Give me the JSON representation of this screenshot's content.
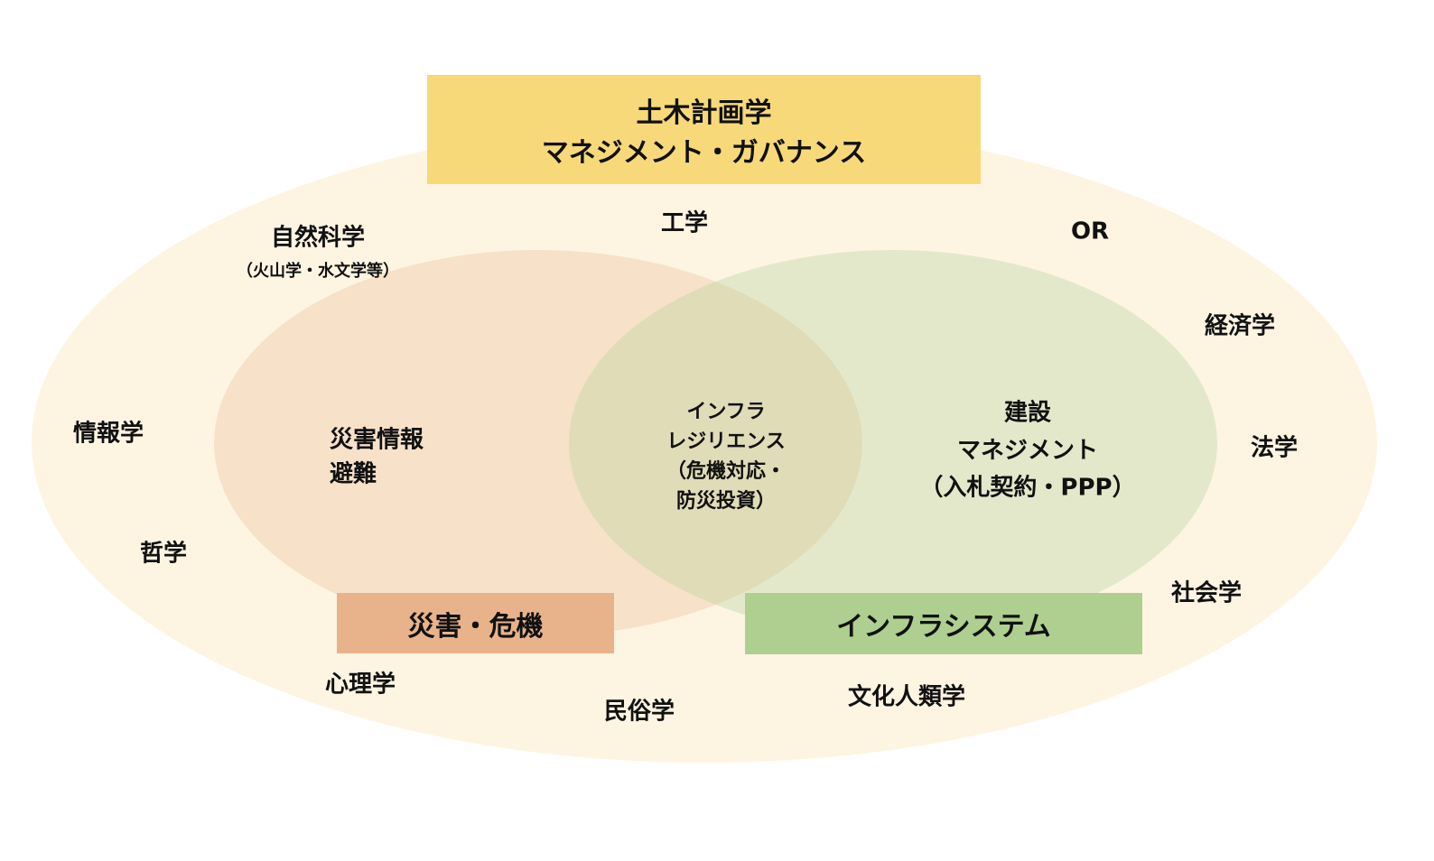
{
  "colors": {
    "outer": "#fdf5e2",
    "disaster_circle": "#f7e1c8",
    "infra_circle": "#e4e8cb",
    "overlap": "#e0dcb8",
    "top_box": "#f7d97a",
    "disaster_box": "#e8b38a",
    "infra_box": "#aecf8f"
  },
  "top_box": {
    "line1": "土木計画学",
    "line2": "マネジメント・ガバナンス"
  },
  "disaster_box": {
    "label": "災害・危機"
  },
  "infra_box": {
    "label": "インフラシステム"
  },
  "disaster_area": {
    "line1": "災害情報",
    "line2": "避難"
  },
  "overlap_area": {
    "line1": "インフラ",
    "line2": "レジリエンス",
    "line3": "（危機対応・",
    "line4": "防災投資）"
  },
  "infra_area": {
    "line1": "建設",
    "line2": "マネジメント",
    "line3": "（入札契約・PPP）"
  },
  "fields": {
    "natural_science": "自然科学",
    "natural_science_sub": "（火山学・水文学等）",
    "engineering": "工学",
    "or": "OR",
    "economics": "経済学",
    "law": "法学",
    "sociology": "社会学",
    "informatics": "情報学",
    "philosophy": "哲学",
    "psychology": "心理学",
    "folklore": "民俗学",
    "cultural_anthropology": "文化人類学"
  }
}
